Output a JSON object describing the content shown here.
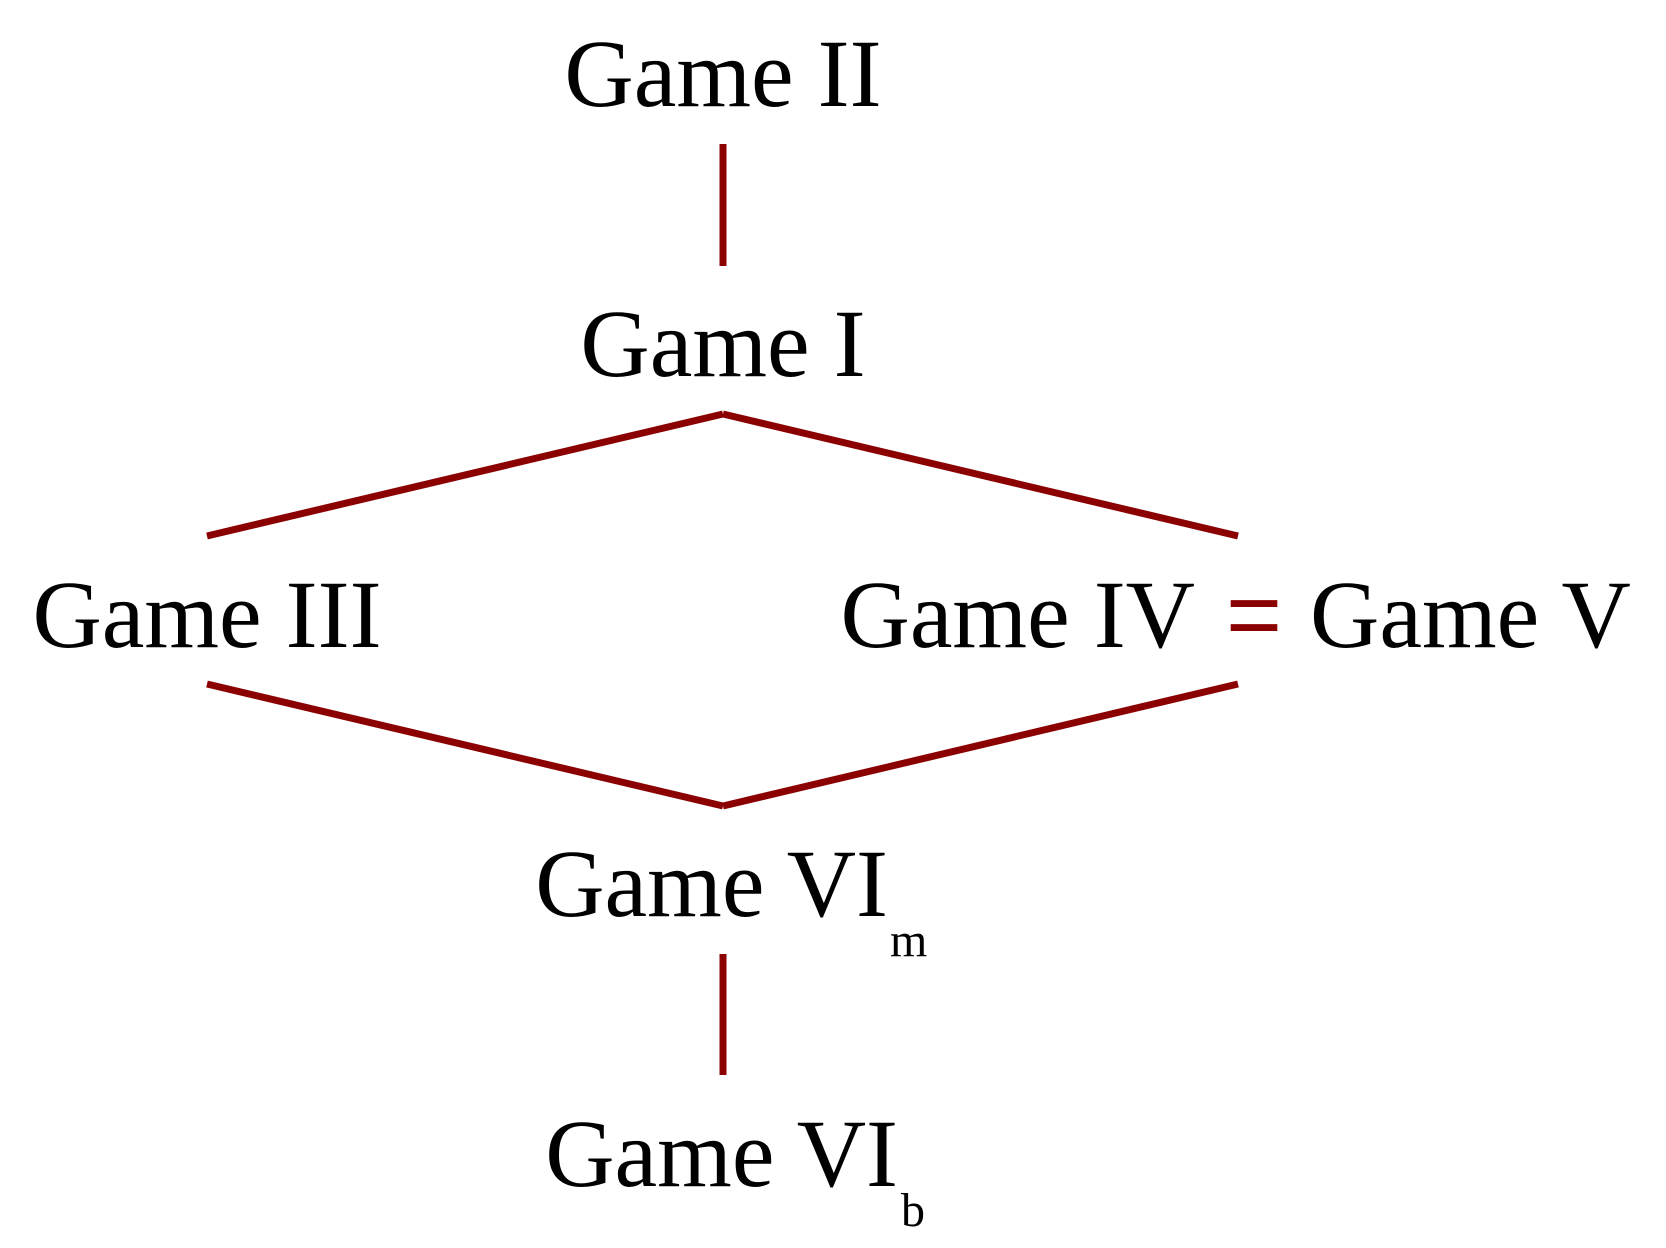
{
  "colors": {
    "edge": "#8b0000",
    "text": "#000000",
    "background": "#ffffff"
  },
  "nodes": {
    "game_ii": "Game II",
    "game_i": "Game I",
    "game_iii": "Game III",
    "game_iv": "Game IV",
    "equals": "=",
    "game_v": "Game V",
    "game_vi_m": {
      "text": "Game VI",
      "subscript": "m"
    },
    "game_vi_b": {
      "text": "Game VI",
      "subscript": "b"
    }
  }
}
